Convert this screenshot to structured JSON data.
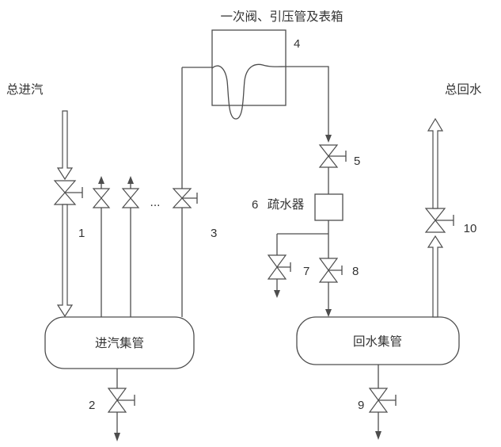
{
  "diagram": {
    "title": "一次阀、引压管及表箱",
    "labels": {
      "steam_inlet": "总进汽",
      "water_return": "总回水",
      "trap": "疏水器",
      "inlet_header": "进汽集管",
      "return_header": "回水集管",
      "ellipsis": "..."
    },
    "numbers": {
      "n1": "1",
      "n2": "2",
      "n3": "3",
      "n4": "4",
      "n5": "5",
      "n6": "6",
      "n7": "7",
      "n8": "8",
      "n9": "9",
      "n10": "10"
    },
    "colors": {
      "line": "#4d4d4d",
      "text": "#333333",
      "background": "#ffffff"
    }
  }
}
